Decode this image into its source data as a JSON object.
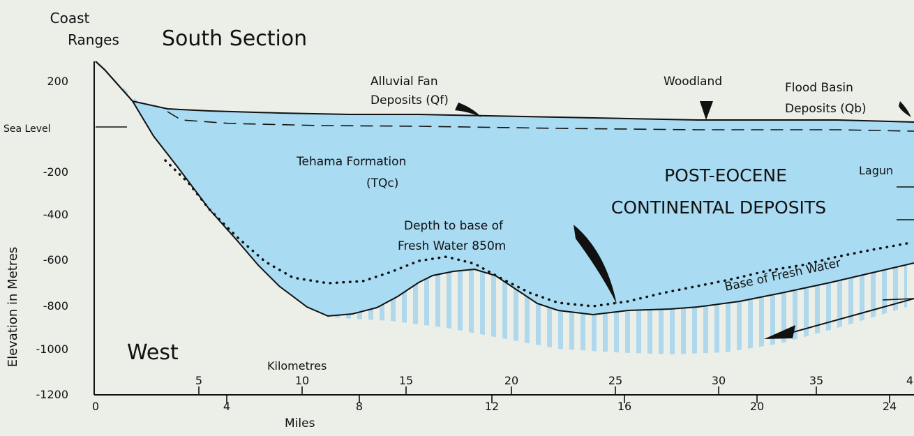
{
  "figure": {
    "region_label_line1": "Coast",
    "region_label_line2": "Ranges",
    "section_title": "South Section",
    "direction_label": "West",
    "sea_level_label": "Sea Level"
  },
  "elevation_axis": {
    "label": "Elevation in Metres",
    "tick_labels": [
      "200",
      "-200",
      "-400",
      "-600",
      "-800",
      "-1000",
      "-1200"
    ]
  },
  "kilometre_scale": {
    "label": "Kilometres",
    "tick_labels": [
      "5",
      "10",
      "15",
      "20",
      "25",
      "30",
      "35",
      "4"
    ]
  },
  "mile_scale": {
    "label": "Miles",
    "tick_labels": [
      "0",
      "4",
      "8",
      "12",
      "16",
      "20",
      "24"
    ]
  },
  "annotations": {
    "alluvial_fan_line1": "Alluvial Fan",
    "alluvial_fan_line2": "Deposits (Qf)",
    "woodland": "Woodland",
    "flood_basin_line1": "Flood Basin",
    "flood_basin_line2": "Deposits (Qb)",
    "laguna": "Lagun",
    "tehama_line1": "Tehama Formation",
    "tehama_line2": "(TQc)",
    "post_eocene_line1": "POST-EOCENE",
    "post_eocene_line2": "CONTINENTAL DEPOSITS",
    "depth_note_line1": "Depth to base of",
    "depth_note_line2": "Fresh Water 850m",
    "base_fresh_water": "Base of Fresh Water"
  },
  "colors": {
    "background": "#eceee8",
    "deposits_fill": "#a9dbf2",
    "bedrock_hatch": "#a9d6ee",
    "line": "#111111"
  }
}
